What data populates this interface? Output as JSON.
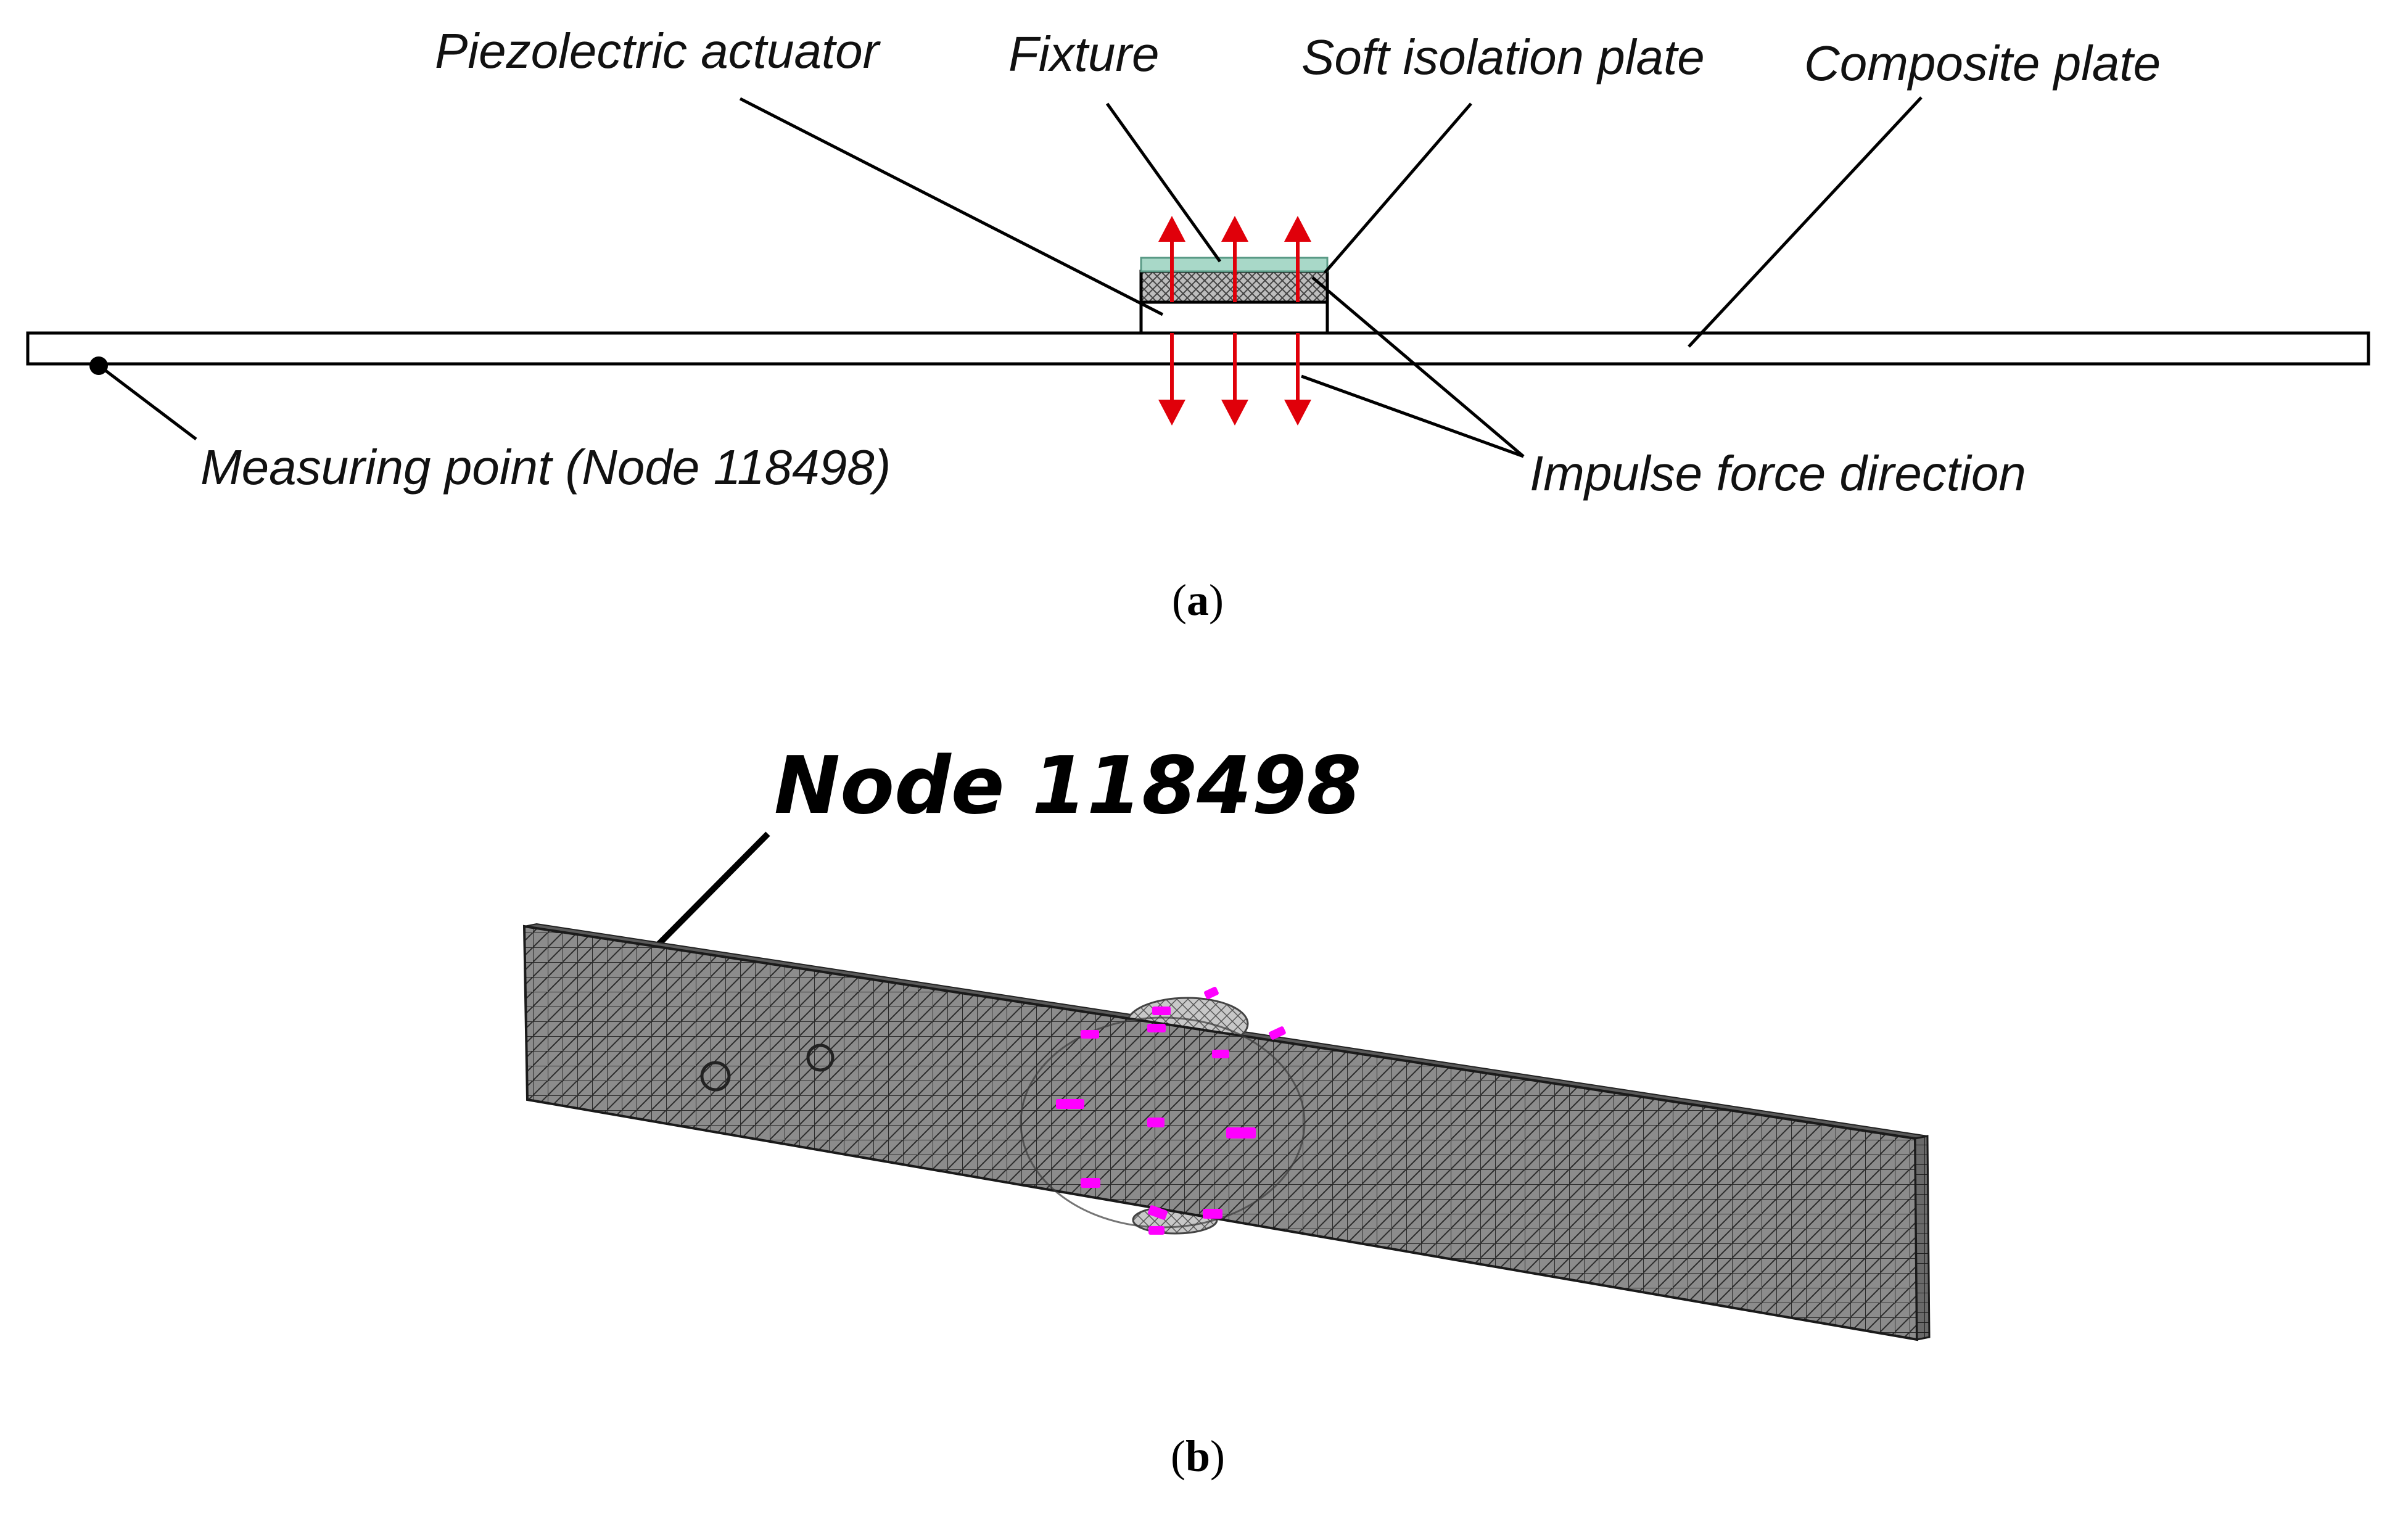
{
  "panel_a": {
    "labels": {
      "piezo": "Piezolectric actuator",
      "fixture": "Fixture",
      "soft_plate": "Soft isolation plate",
      "composite": "Composite plate",
      "measuring": "Measuring point (Node 118498)",
      "impulse": "Impulse force direction"
    },
    "caption": {
      "open": "(",
      "letter": "a",
      "close": ")"
    }
  },
  "panel_b": {
    "node_label": "Node 118498",
    "caption": {
      "open": "(",
      "letter": "b",
      "close": ")"
    }
  },
  "colors": {
    "arrow": "#e0000a",
    "mesh_fill": "#8c8c8c",
    "mesh_line": "#2b2b2b",
    "load_marker": "#ff00ff",
    "fixture_fill": "#a8d8c8"
  }
}
